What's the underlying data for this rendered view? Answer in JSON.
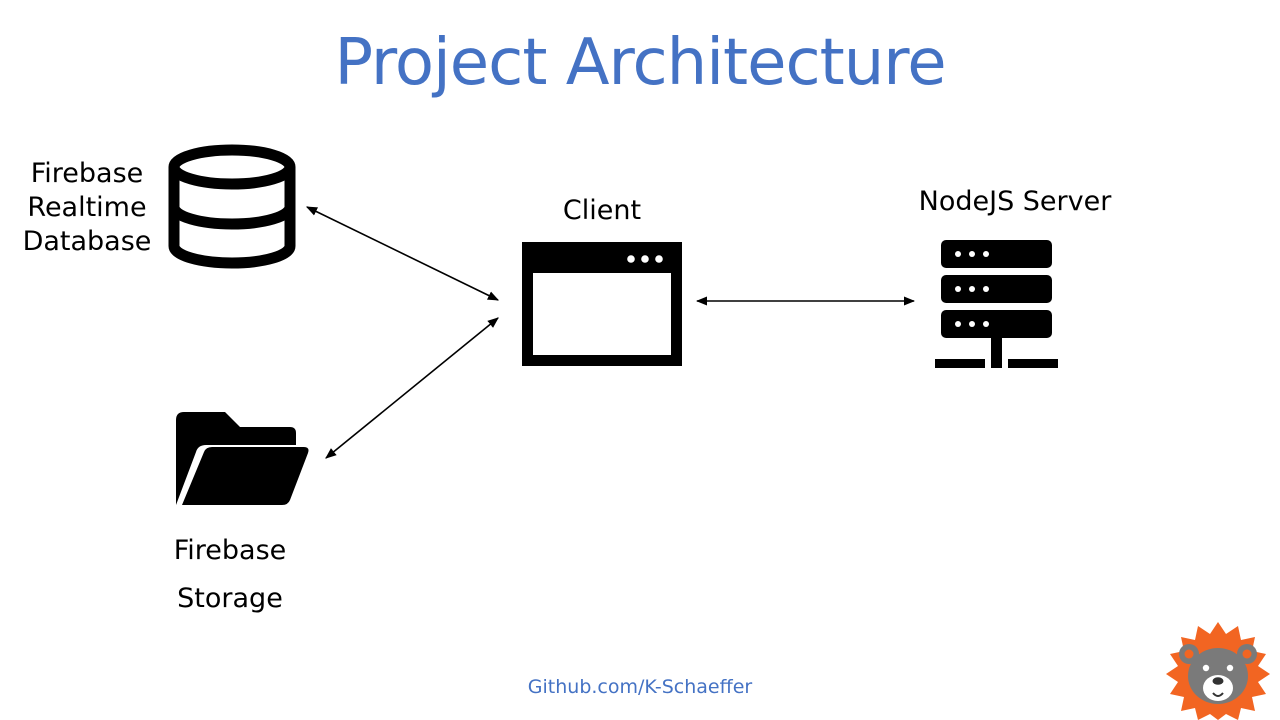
{
  "slide": {
    "title": "Project Architecture",
    "footer_link": "Github.com/K-Schaeffer"
  },
  "nodes": {
    "database": {
      "label_lines": [
        "Firebase",
        "Realtime",
        "Database"
      ],
      "icon": "database-icon"
    },
    "storage": {
      "label_lines": [
        "Firebase",
        "Storage"
      ],
      "icon": "folder-icon"
    },
    "client": {
      "label": "Client",
      "icon": "browser-window-icon"
    },
    "server": {
      "label": "NodeJS Server",
      "icon": "server-icon"
    }
  },
  "edges": [
    {
      "from": "database",
      "to": "client",
      "direction": "bidirectional"
    },
    {
      "from": "storage",
      "to": "client",
      "direction": "bidirectional"
    },
    {
      "from": "client",
      "to": "server",
      "direction": "bidirectional"
    }
  ],
  "logo": {
    "icon": "bear-logo-icon",
    "colors": {
      "ring": "#F26522",
      "face": "#7A7A7A"
    }
  },
  "colors": {
    "title": "#4472C4",
    "footer": "#4472C4",
    "icons": "#000000",
    "arrows": "#000000"
  }
}
